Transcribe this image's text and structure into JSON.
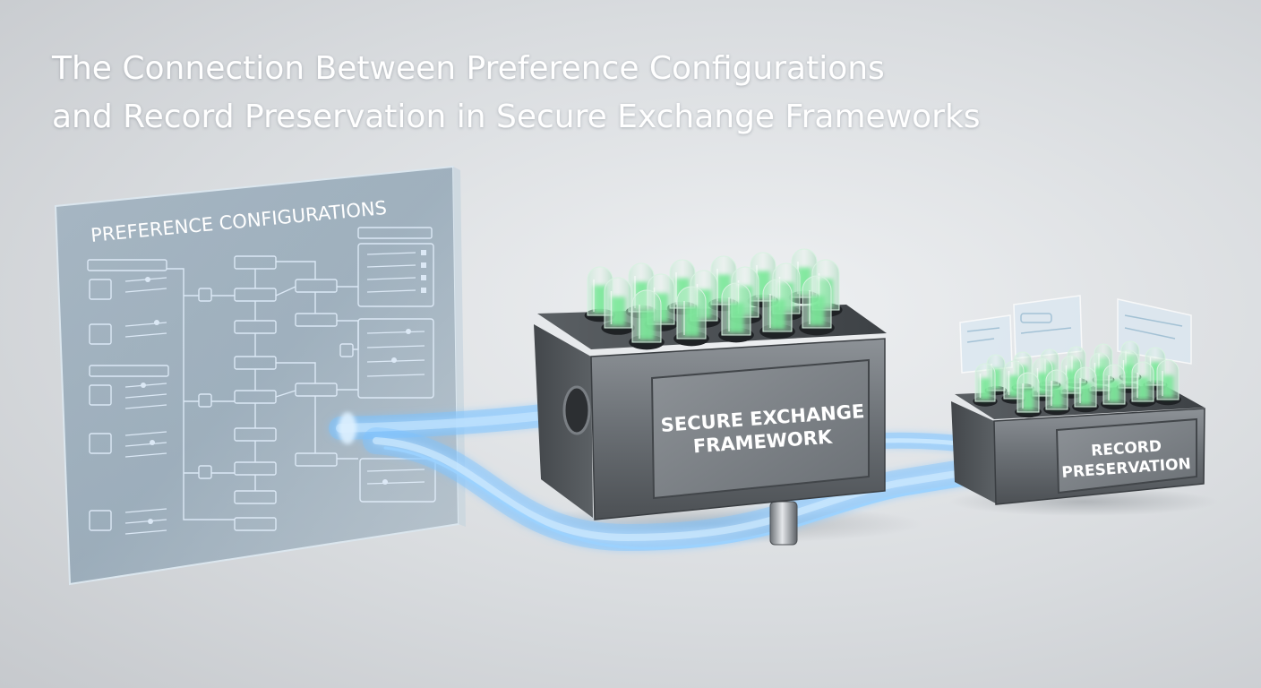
{
  "title": {
    "line1": "The Connection Between Preference Configurations",
    "line2": "and Record Preservation in Secure Exchange Frameworks"
  },
  "panel": {
    "heading": "PREFERENCE CONFIGURATIONS"
  },
  "framework": {
    "label_line1": "SECURE EXCHANGE",
    "label_line2": "FRAMEWORK"
  },
  "storage": {
    "label_line1": "RECORD",
    "label_line2": "PRESERVATION"
  },
  "colors": {
    "glow_blue": "#5fb4ff",
    "tube_green": "#3de06a",
    "metal_gray": "#5e6368"
  }
}
